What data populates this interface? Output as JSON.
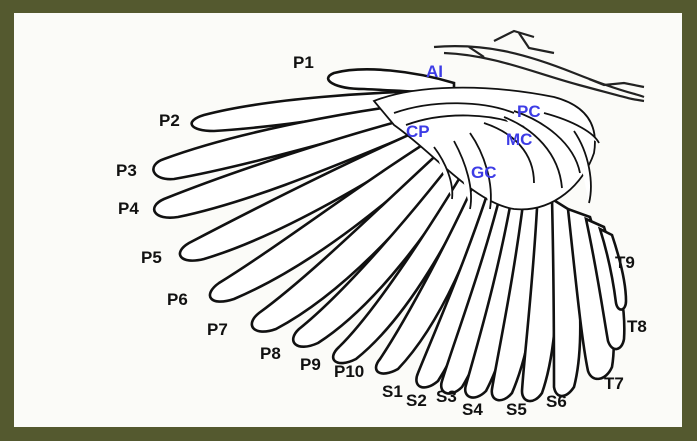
{
  "colors": {
    "frame": "#54592f",
    "background": "#fbfbf8",
    "ink": "#111111",
    "covert_label": "#3d3ce6"
  },
  "labels": {
    "primaries": [
      "P1",
      "P2",
      "P3",
      "P4",
      "P5",
      "P6",
      "P7",
      "P8",
      "P9",
      "P10"
    ],
    "secondaries": [
      "S1",
      "S2",
      "S3",
      "S4",
      "S5",
      "S6"
    ],
    "tertials": [
      "T9",
      "T8",
      "T7"
    ],
    "coverts": {
      "alula": "AI",
      "primary_coverts": "PC",
      "carpal": "CP",
      "median_coverts": "MC",
      "greater_coverts": "GC"
    }
  }
}
